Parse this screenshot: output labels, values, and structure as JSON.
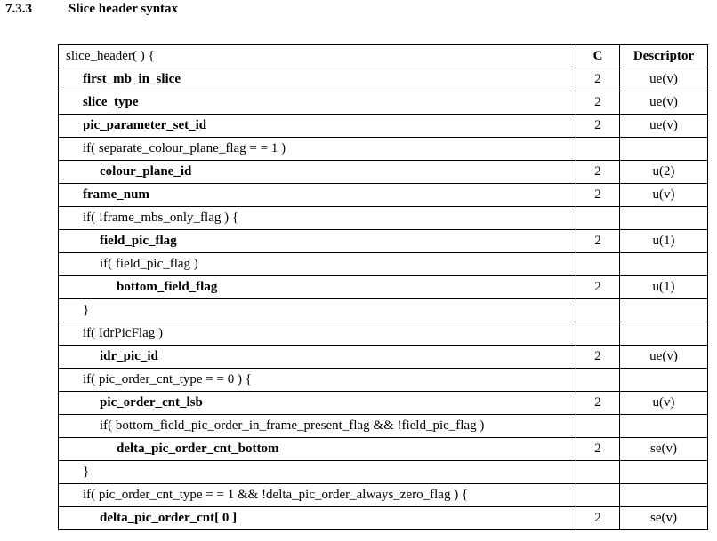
{
  "section": {
    "number": "7.3.3",
    "title": "Slice header syntax"
  },
  "table": {
    "headers": {
      "syntax": "slice_header( ) {",
      "c": "C",
      "descriptor": "Descriptor"
    },
    "rows": [
      {
        "text": "first_mb_in_slice",
        "indent": 1,
        "bold": true,
        "c": "2",
        "descriptor": "ue(v)"
      },
      {
        "text": "slice_type",
        "indent": 1,
        "bold": true,
        "c": "2",
        "descriptor": "ue(v)"
      },
      {
        "text": "pic_parameter_set_id",
        "indent": 1,
        "bold": true,
        "c": "2",
        "descriptor": "ue(v)"
      },
      {
        "text": "if( separate_colour_plane_flag  = =  1 )",
        "indent": 1,
        "bold": false,
        "c": "",
        "descriptor": ""
      },
      {
        "text": "colour_plane_id",
        "indent": 2,
        "bold": true,
        "c": "2",
        "descriptor": "u(2)"
      },
      {
        "text": "frame_num",
        "indent": 1,
        "bold": true,
        "c": "2",
        "descriptor": "u(v)"
      },
      {
        "text": "if( !frame_mbs_only_flag ) {",
        "indent": 1,
        "bold": false,
        "c": "",
        "descriptor": ""
      },
      {
        "text": "field_pic_flag",
        "indent": 2,
        "bold": true,
        "c": "2",
        "descriptor": "u(1)"
      },
      {
        "text": "if( field_pic_flag )",
        "indent": 2,
        "bold": false,
        "c": "",
        "descriptor": ""
      },
      {
        "text": "bottom_field_flag",
        "indent": 3,
        "bold": true,
        "c": "2",
        "descriptor": "u(1)"
      },
      {
        "text": "}",
        "indent": 1,
        "bold": false,
        "c": "",
        "descriptor": ""
      },
      {
        "text": "if( IdrPicFlag )",
        "indent": 1,
        "bold": false,
        "c": "",
        "descriptor": ""
      },
      {
        "text": "idr_pic_id",
        "indent": 2,
        "bold": true,
        "c": "2",
        "descriptor": "ue(v)"
      },
      {
        "text": "if( pic_order_cnt_type  = =  0 ) {",
        "indent": 1,
        "bold": false,
        "c": "",
        "descriptor": ""
      },
      {
        "text": "pic_order_cnt_lsb",
        "indent": 2,
        "bold": true,
        "c": "2",
        "descriptor": "u(v)"
      },
      {
        "text": "if( bottom_field_pic_order_in_frame_present_flag &&  !field_pic_flag )",
        "indent": 2,
        "bold": false,
        "c": "",
        "descriptor": ""
      },
      {
        "text": "delta_pic_order_cnt_bottom",
        "indent": 3,
        "bold": true,
        "c": "2",
        "descriptor": "se(v)"
      },
      {
        "text": "}",
        "indent": 1,
        "bold": false,
        "c": "",
        "descriptor": ""
      },
      {
        "text": "if( pic_order_cnt_type = = 1 && !delta_pic_order_always_zero_flag ) {",
        "indent": 1,
        "bold": false,
        "c": "",
        "descriptor": ""
      },
      {
        "text": "delta_pic_order_cnt[ 0 ]",
        "indent": 2,
        "bold": true,
        "c": "2",
        "descriptor": "se(v)"
      }
    ]
  }
}
